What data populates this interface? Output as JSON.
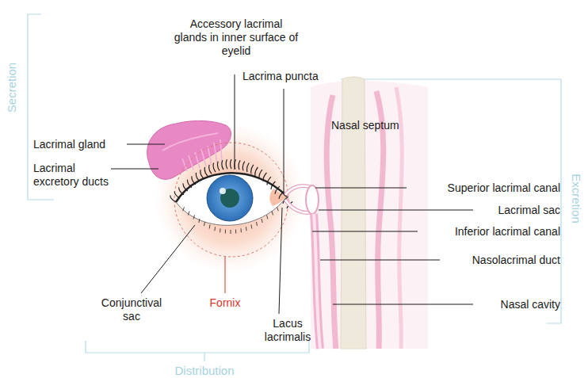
{
  "diagram": {
    "labels": [
      "Accessory lacrimal glands in inner surface of eyelid",
      "Lacrima puncta",
      "Nasal septum",
      "Lacrimal gland",
      "Lacrimal excretory ducts",
      "Superior lacrimal canal",
      "Lacrimal sac",
      "Inferior lacrimal canal",
      "Nasolacrimal duct",
      "Nasal cavity",
      "Conjunctival sac",
      "Fornix",
      "Lacus lacrimalis",
      "Secretion",
      "Excretion",
      "Distribution"
    ]
  }
}
